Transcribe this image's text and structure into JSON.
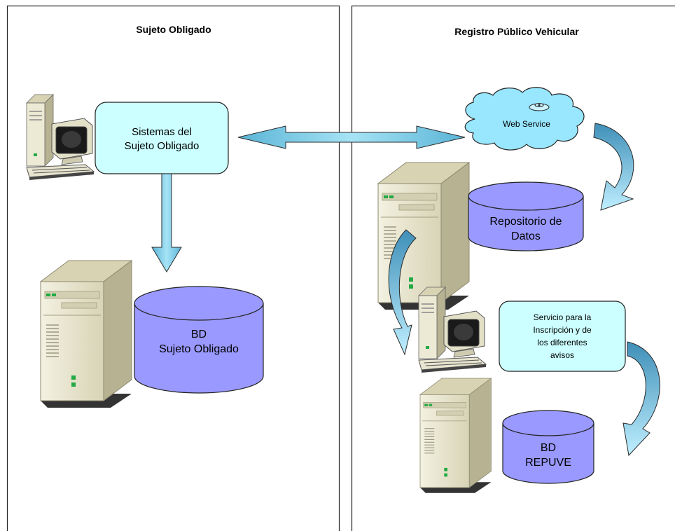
{
  "left_panel": {
    "title": "Sujeto Obligado"
  },
  "right_panel": {
    "title": "Registro Público Vehicular"
  },
  "sistemas_box": {
    "line1": "Sistemas del",
    "line2": "Sujeto Obligado"
  },
  "db_sujeto": {
    "line1": "BD",
    "line2": "Sujeto Obligado"
  },
  "web_service": {
    "label": "Web Service"
  },
  "repositorio": {
    "line1": "Repositorio de",
    "line2": "Datos"
  },
  "servicio_box": {
    "line1": "Servicio para la",
    "line2": "Inscripción y de",
    "line3": "los diferentes",
    "line4": "avisos"
  },
  "db_repuve": {
    "line1": "BD",
    "line2": "REPUVE"
  },
  "colors": {
    "box_fill": "#ccffff",
    "db_fill": "#9999ff",
    "arrow_fill": "#6fc7e3",
    "cloud_fill": "#99e6ff",
    "server_body": "#e9e6cf"
  }
}
